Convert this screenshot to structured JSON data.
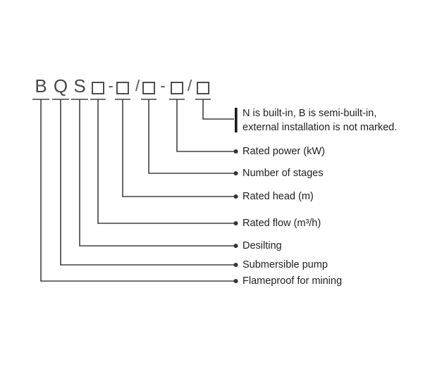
{
  "diagram": {
    "type": "model-code-nomenclature",
    "line_color": "#414141",
    "text_color": "#1f1f1f",
    "code": {
      "letters": [
        {
          "char": "B"
        },
        {
          "char": "Q"
        },
        {
          "char": "S"
        }
      ],
      "separators": [
        {
          "char": "-"
        },
        {
          "char": "/"
        },
        {
          "char": "-"
        },
        {
          "char": "/"
        }
      ],
      "placeholder_box_count": 5
    },
    "note": {
      "line1": "N is built-in, B is semi-built-in,",
      "line2": "external installation is not marked."
    },
    "labels": [
      {
        "text": "Rated power (kW)"
      },
      {
        "text": "Number of stages"
      },
      {
        "text": "Rated head (m)"
      },
      {
        "text": "Rated flow (m³/h)"
      },
      {
        "text": "Desilting"
      },
      {
        "text": "Submersible pump"
      },
      {
        "text": "Flameproof for mining"
      }
    ]
  }
}
